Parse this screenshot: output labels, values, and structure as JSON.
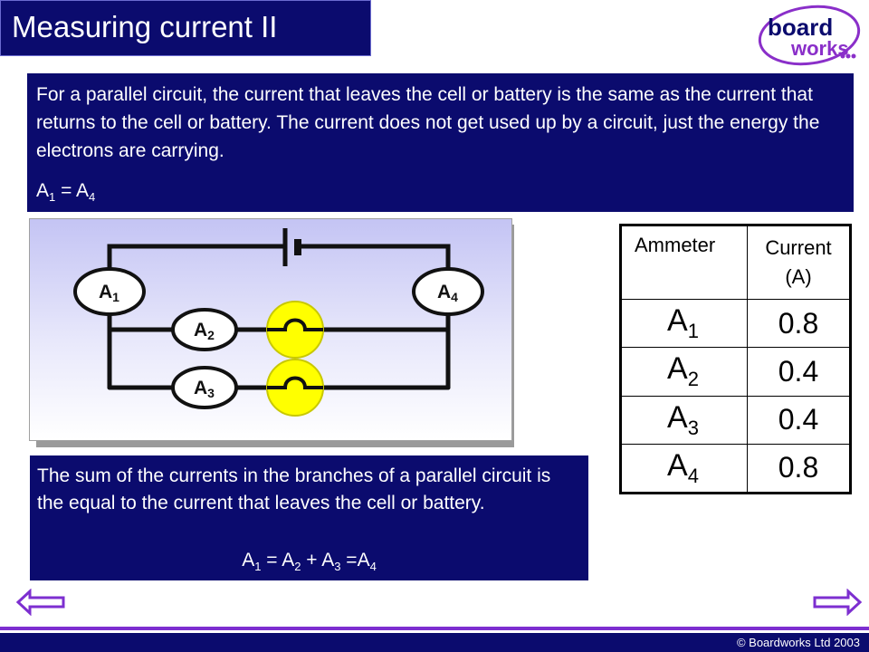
{
  "slide": {
    "title": "Measuring current II",
    "logo_text": {
      "line1": "board",
      "line2": "works"
    },
    "intro_text": "For a parallel circuit, the current that leaves the cell or battery is the same as the current that returns to the cell or battery. The current does not get used up by a circuit, just the energy the electrons are carrying.",
    "intro_eq": {
      "a": "A",
      "sub1": "1",
      "eq": " = A",
      "sub4": "4"
    },
    "summary_text": "The sum of the currents in the branches of a parallel circuit is the equal to the current that leaves the cell or battery.",
    "summary_eq": {
      "a1": "A",
      "s1": "1",
      "p1": " = A",
      "s2": "2",
      "p2": " + A",
      "s3": "3",
      "p3": " =A",
      "s4": "4"
    },
    "copyright": "© Boardworks Ltd 2003"
  },
  "circuit": {
    "ammeters": [
      {
        "letter": "A",
        "sub": "1"
      },
      {
        "letter": "A",
        "sub": "2"
      },
      {
        "letter": "A",
        "sub": "3"
      },
      {
        "letter": "A",
        "sub": "4"
      }
    ]
  },
  "table": {
    "header_ammeter": "Ammeter",
    "header_current_line1": "Current",
    "header_current_line2": "(A)",
    "rows": [
      {
        "letter": "A",
        "sub": "1",
        "value": "0.8"
      },
      {
        "letter": "A",
        "sub": "2",
        "value": "0.4"
      },
      {
        "letter": "A",
        "sub": "3",
        "value": "0.4"
      },
      {
        "letter": "A",
        "sub": "4",
        "value": "0.8"
      }
    ]
  },
  "colors": {
    "panel": "#0b0b6e",
    "accent": "#7d2fd0",
    "bulb": "#ffff00"
  },
  "icons": {
    "back": "left-arrow-icon",
    "forward": "right-arrow-icon"
  }
}
